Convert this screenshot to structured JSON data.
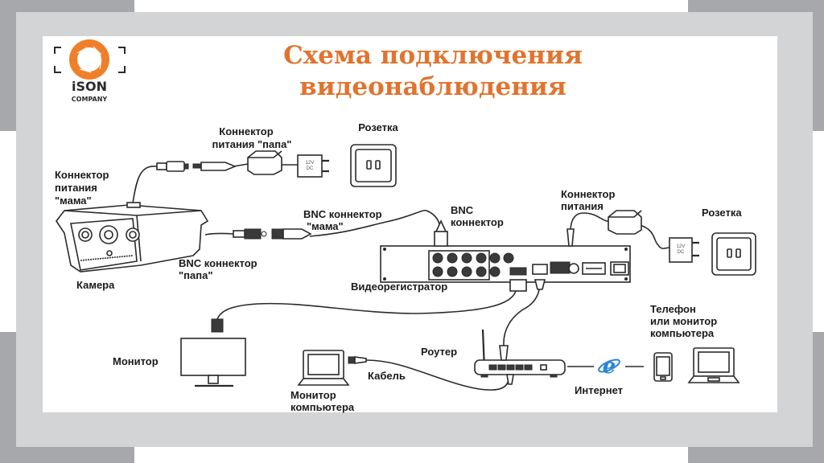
{
  "slide": {
    "title_line1": "Схема подключения",
    "title_line2": "видеонаблюдения",
    "colors": {
      "title": "#e0742f",
      "logo": "#f07f2a",
      "frame_dark": "#a7a8ab",
      "frame_light": "#d3d4d6",
      "ie_icon": "#2a86d6"
    }
  },
  "logo": {
    "name": "iSON",
    "subtitle": "COMPANY",
    "icon": "aperture-icon"
  },
  "labels": {
    "power_male": [
      "Коннектор",
      "питания \"папа\""
    ],
    "socket_top": "Розетка",
    "power_female": [
      "Коннектор",
      "питания",
      "\"мама\""
    ],
    "adapter_top": [
      "12V",
      "DC"
    ],
    "bnc_female": [
      "BNC коннектор",
      "\"мама\""
    ],
    "bnc_male": [
      "BNC коннектор",
      "\"папа\""
    ],
    "camera": "Камера",
    "bnc_dvr": [
      "BNC",
      "коннектор"
    ],
    "power_dvr": [
      "Коннектор",
      "питания"
    ],
    "socket_right": "Розетка",
    "adapter_right": [
      "12V",
      "DC"
    ],
    "dvr": "Видеорегистратор",
    "monitor": "Монитор",
    "router": "Роутер",
    "cable": "Кабель",
    "computer_monitor": [
      "Монитор",
      "компьютера"
    ],
    "internet": "Интернет",
    "phone_or_monitor": [
      "Телефон",
      "или монитор",
      "компьютера"
    ]
  }
}
